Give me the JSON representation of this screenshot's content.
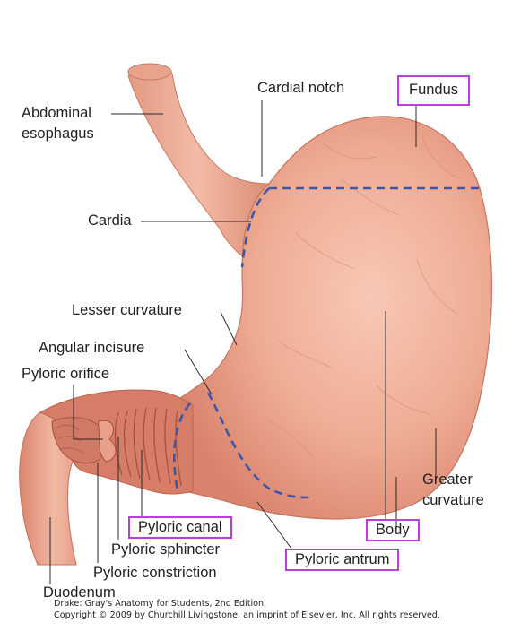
{
  "labels": {
    "abdominal_esophagus_line1": "Abdominal",
    "abdominal_esophagus_line2": "esophagus",
    "cardial_notch": "Cardial notch",
    "cardia": "Cardia",
    "lesser_curvature": "Lesser curvature",
    "angular_incisure": "Angular incisure",
    "pyloric_orifice": "Pyloric orifice",
    "greater_curvature_line1": "Greater",
    "greater_curvature_line2": "curvature",
    "pyloric_sphincter": "Pyloric sphincter",
    "pyloric_constriction": "Pyloric constriction",
    "duodenum": "Duodenum"
  },
  "highlighted_labels": {
    "fundus": "Fundus",
    "body": "Body",
    "pyloric_canal": "Pyloric canal",
    "pyloric_antrum": "Pyloric antrum"
  },
  "credit": {
    "line1": "Drake: Gray's Anatomy for Students, 2nd Edition.",
    "line2": "Copyright © 2009 by Churchill Livingstone, an imprint of Elsevier, Inc. All rights reserved."
  },
  "colors": {
    "highlight_box": "#b93ee0",
    "region_dash": "#3f55a8",
    "stomach_fill": "#eda48e",
    "leader_line": "#2a2a2a"
  }
}
